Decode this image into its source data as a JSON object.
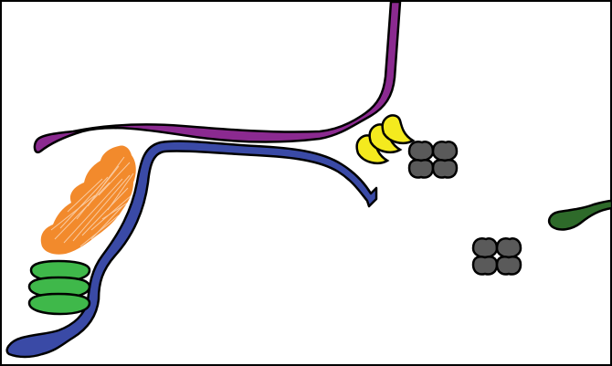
{
  "figure": {
    "background": "#ffffff",
    "frame_color": "#000000",
    "outline_color": "#000000",
    "elements": [
      {
        "name": "purple-pathway",
        "color": "#8b2a90"
      },
      {
        "name": "blue-pathway",
        "color": "#3a4aa6"
      },
      {
        "name": "dark-green-branch",
        "color": "#2e6a2a"
      },
      {
        "name": "orange-fibrous-cluster",
        "color": "#f28a2c"
      },
      {
        "name": "green-stacked-discs",
        "color": "#3fb84a",
        "count": 3
      },
      {
        "name": "yellow-crescent-cluster",
        "color": "#f4ea1e",
        "count": 3
      },
      {
        "name": "gray-tetrad-upper",
        "color": "#5a5a5a",
        "count": 4
      },
      {
        "name": "gray-tetrad-lower",
        "color": "#5a5a5a",
        "count": 4
      }
    ]
  }
}
